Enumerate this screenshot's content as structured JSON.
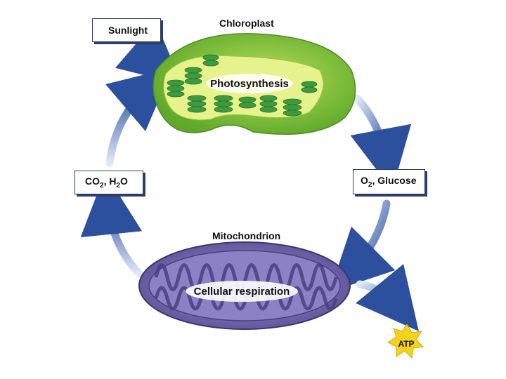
{
  "labels": {
    "sunlight": "Sunlight",
    "chloroplast": "Chloroplast",
    "photosynthesis": "Photosynthesis",
    "co2_h2o": {
      "a": "CO",
      "a_sub": "2",
      "b": ", H",
      "b_sub": "2",
      "c": "O"
    },
    "o2_glucose": {
      "a": "O",
      "a_sub": "2",
      "b": ", Glucose"
    },
    "mitochondrion": "Mitochondrion",
    "cellular_respiration": "Cellular respiration",
    "atp": "ATP"
  },
  "colors": {
    "arrow": "#2c4f9e",
    "arrow_light": "#c7d6ee",
    "chloroplast_outer": "#8fcb3a",
    "chloroplast_inner": "#e2f08a",
    "thylakoid": "#3f9a3f",
    "mito_outer": "#7a6fb0",
    "mito_inner": "#5b4f96",
    "atp_star": "#f3d21c"
  }
}
